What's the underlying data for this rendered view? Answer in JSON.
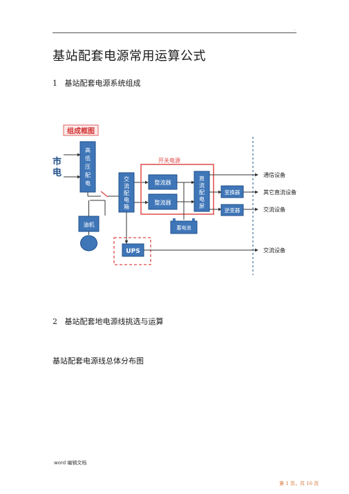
{
  "header": {
    "mark": "."
  },
  "doc": {
    "title": "基站配套电源常用运算公式",
    "section1": {
      "num": "1",
      "text": "基站配套电源系统组成"
    },
    "section2": {
      "num": "2",
      "text": "基站配套地电源线挑选与运算"
    },
    "subheading": "基站配套电源线总体分布图"
  },
  "diagram": {
    "tag": "组成框图",
    "grid": "市电",
    "hv_box": [
      "高",
      "低",
      "压",
      "配",
      "电"
    ],
    "ac_box": [
      "交",
      "流",
      "配",
      "电",
      "箱"
    ],
    "switch_label": "开关电源",
    "rectifier1": "整流器",
    "rectifier2": "整流器",
    "dc_box": [
      "直",
      "流",
      "配",
      "电",
      "屏"
    ],
    "converter": "变换器",
    "inverter": "逆变器",
    "battery": "蓄电池",
    "generator": "油机",
    "ups": "UPS",
    "out1": "通信设备",
    "out2": "其它直流设备",
    "out3": "交流设备",
    "out4": "交流设备",
    "colors": {
      "box_fill": "#3f76b8",
      "box_stroke": "#1f4f8a",
      "switch_frame": "#e04848",
      "tag_border": "#e06060"
    }
  },
  "footer": {
    "left": "word 编辑文档",
    "right": "第 1 页，共 16 页"
  }
}
